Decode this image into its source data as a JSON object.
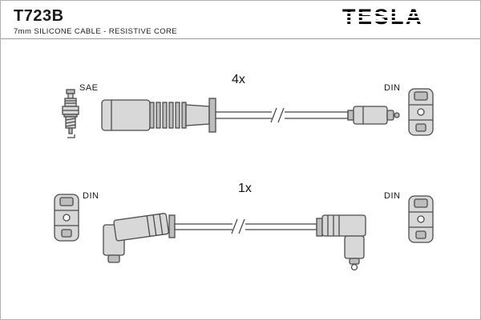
{
  "header": {
    "part_number": "T723B",
    "subtitle": "7mm SILICONE CABLE - RESISTIVE CORE",
    "brand": "TESLA"
  },
  "rows": {
    "top": {
      "quantity": "4x",
      "left_label": "SAE",
      "right_label": "DIN"
    },
    "bottom": {
      "quantity": "1x",
      "left_label": "DIN",
      "right_label": "DIN"
    }
  },
  "colors": {
    "line": "#4b4b4b",
    "fill_light": "#d8d8d8",
    "fill_mid": "#bdbdbd",
    "background": "#ffffff",
    "border": "#b0b0b0",
    "text": "#1a1a1a"
  }
}
